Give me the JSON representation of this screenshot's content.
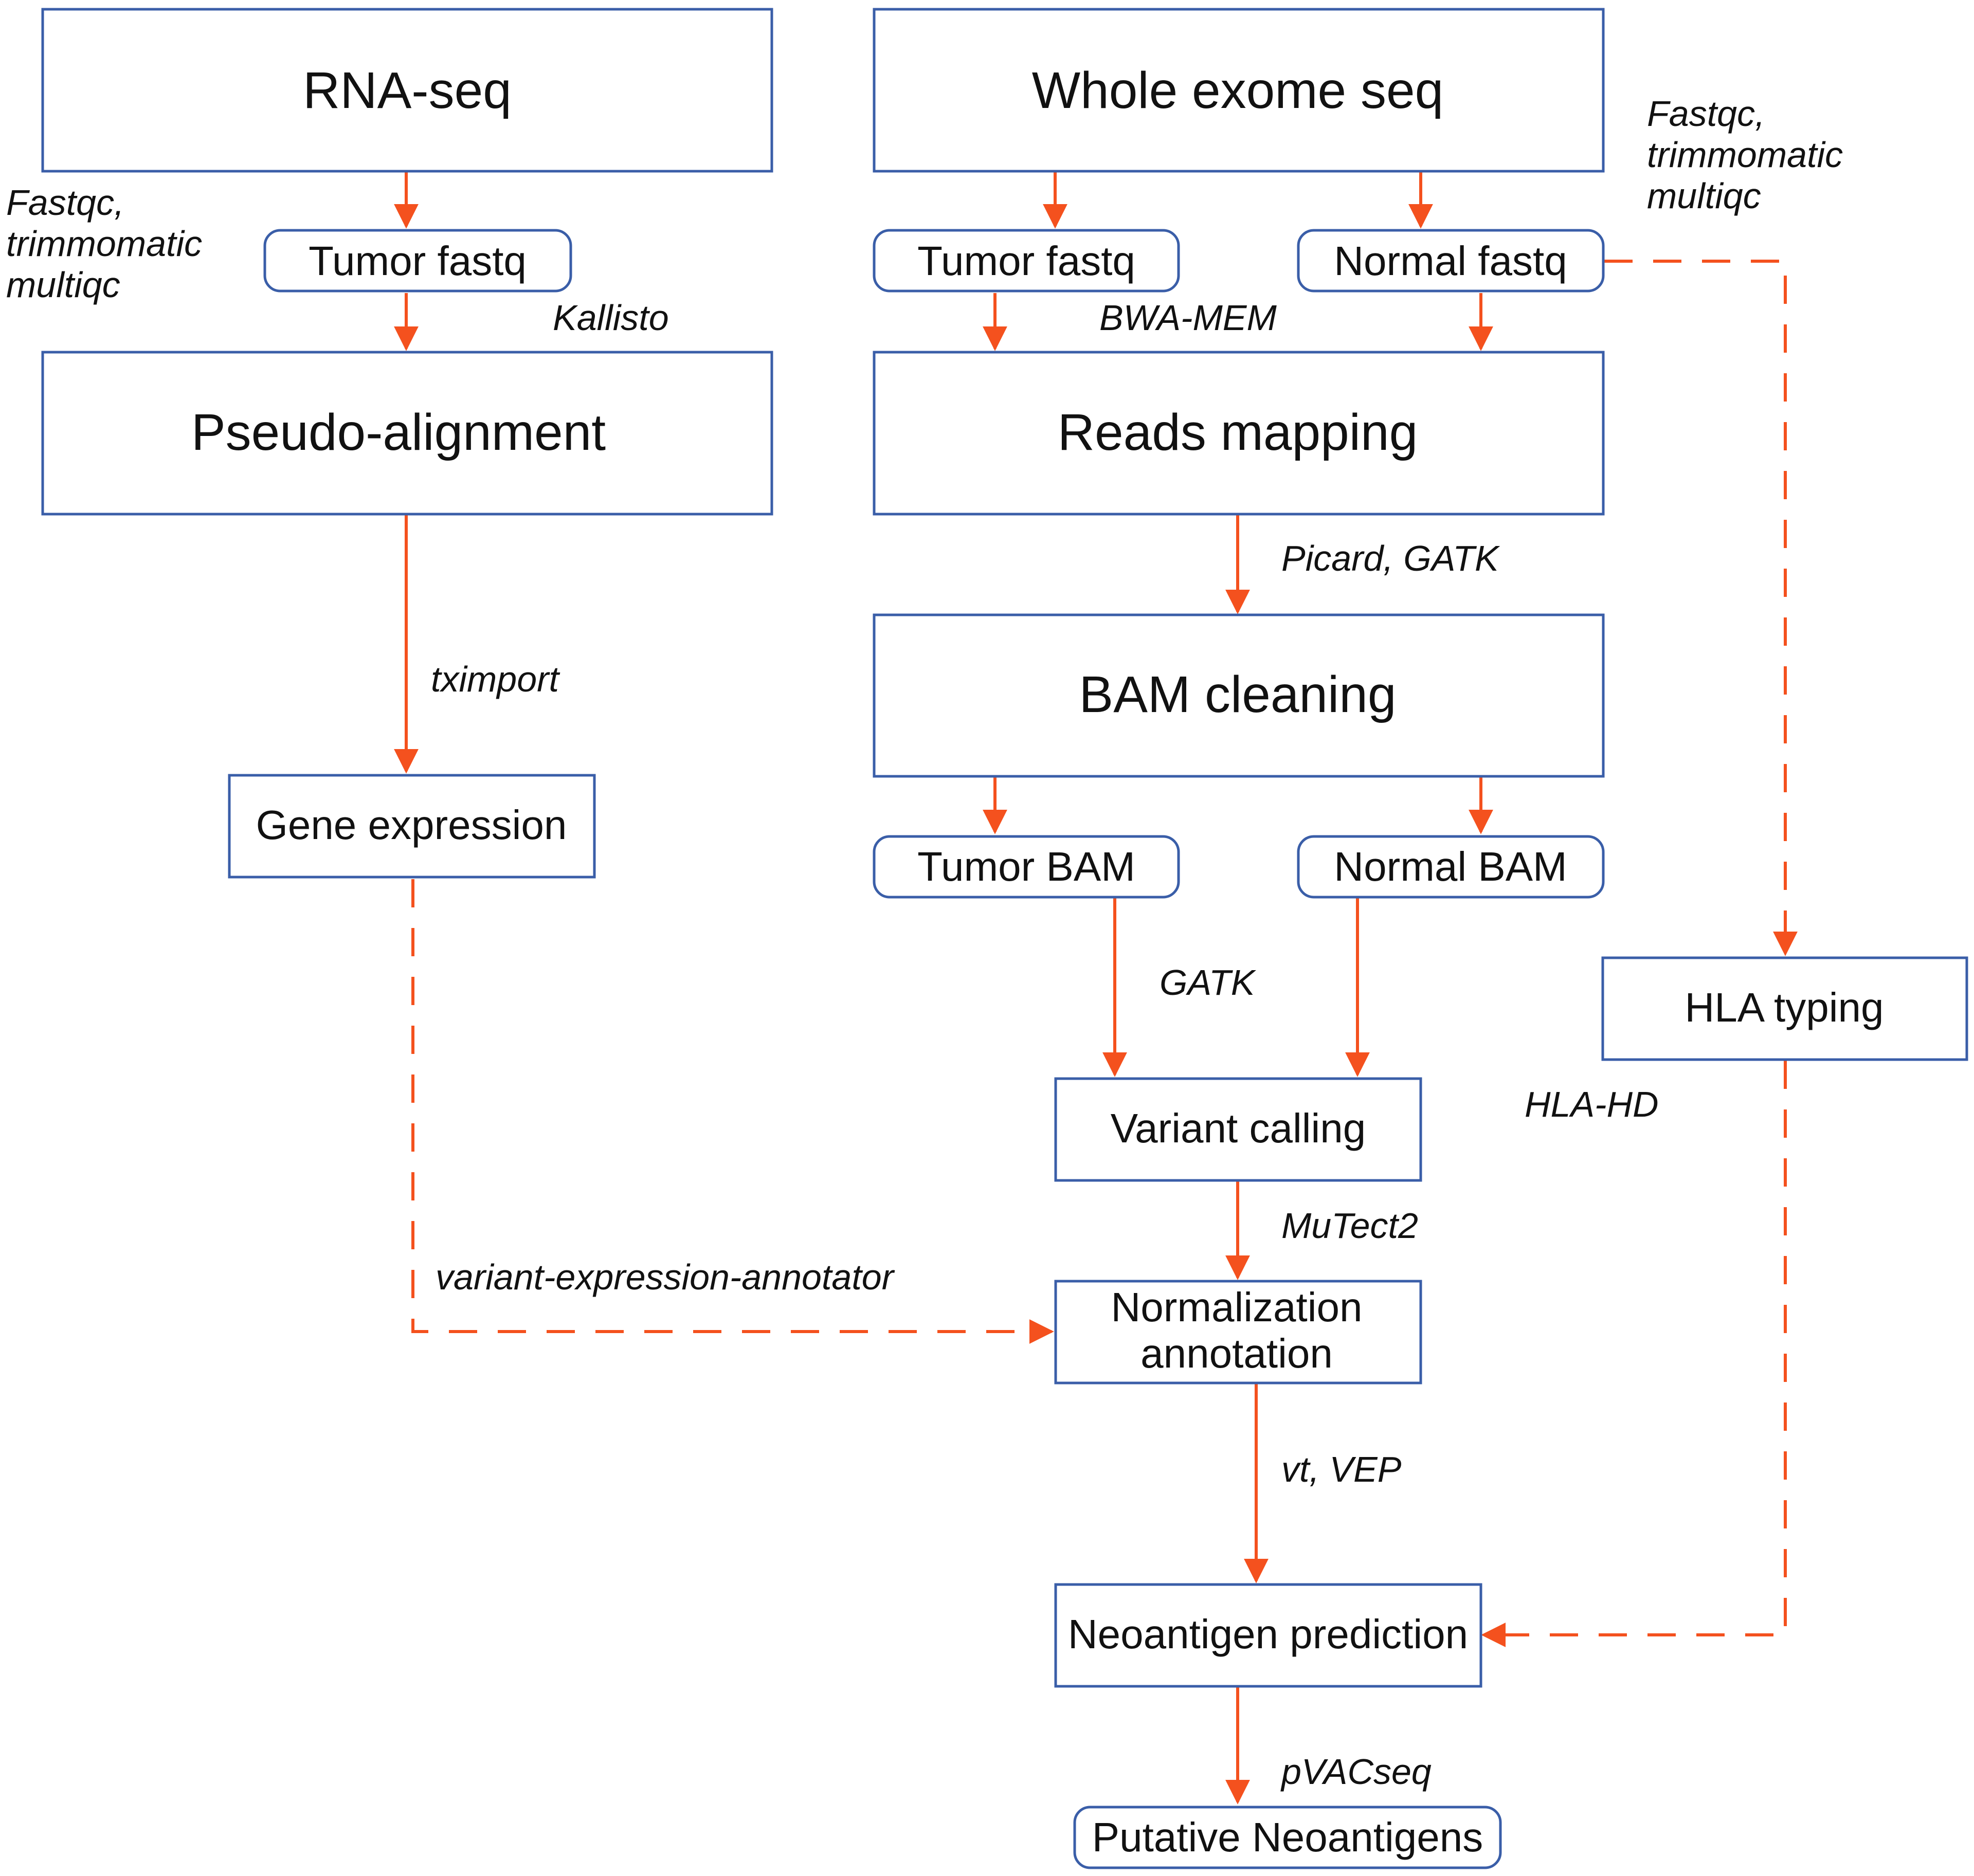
{
  "nodes": {
    "rna_seq": "RNA-seq",
    "whole_exome_seq": "Whole exome seq",
    "rna_tumor_fastq": "Tumor fastq",
    "wes_tumor_fastq": "Tumor fastq",
    "wes_normal_fastq": "Normal fastq",
    "pseudo_alignment": "Pseudo-alignment",
    "reads_mapping": "Reads mapping",
    "bam_cleaning": "BAM cleaning",
    "gene_expression": "Gene expression",
    "tumor_bam": "Tumor BAM",
    "normal_bam": "Normal BAM",
    "hla_typing": "HLA typing",
    "variant_calling": "Variant calling",
    "normalization_line1": "Normalization",
    "normalization_line2": "annotation",
    "neoantigen_prediction": "Neoantigen prediction",
    "putative_neoantigens": "Putative Neoantigens"
  },
  "tools": {
    "qc_left_1": "Fastqc,",
    "qc_left_2": "trimmomatic",
    "qc_left_3": "multiqc",
    "qc_right_1": "Fastqc,",
    "qc_right_2": "trimmomatic",
    "qc_right_3": "multiqc",
    "kallisto": "Kallisto",
    "bwa_mem": "BWA-MEM",
    "picard_gatk": "Picard, GATK",
    "tximport": "tximport",
    "gatk": "GATK",
    "hla_hd": "HLA-HD",
    "mutect2": "MuTect2",
    "vea": "variant-expression-annotator",
    "vt_vep": "vt, VEP",
    "pvacseq": "pVACseq"
  },
  "colors": {
    "arrow": "#f4511e",
    "box_border": "#3a5ea8"
  }
}
